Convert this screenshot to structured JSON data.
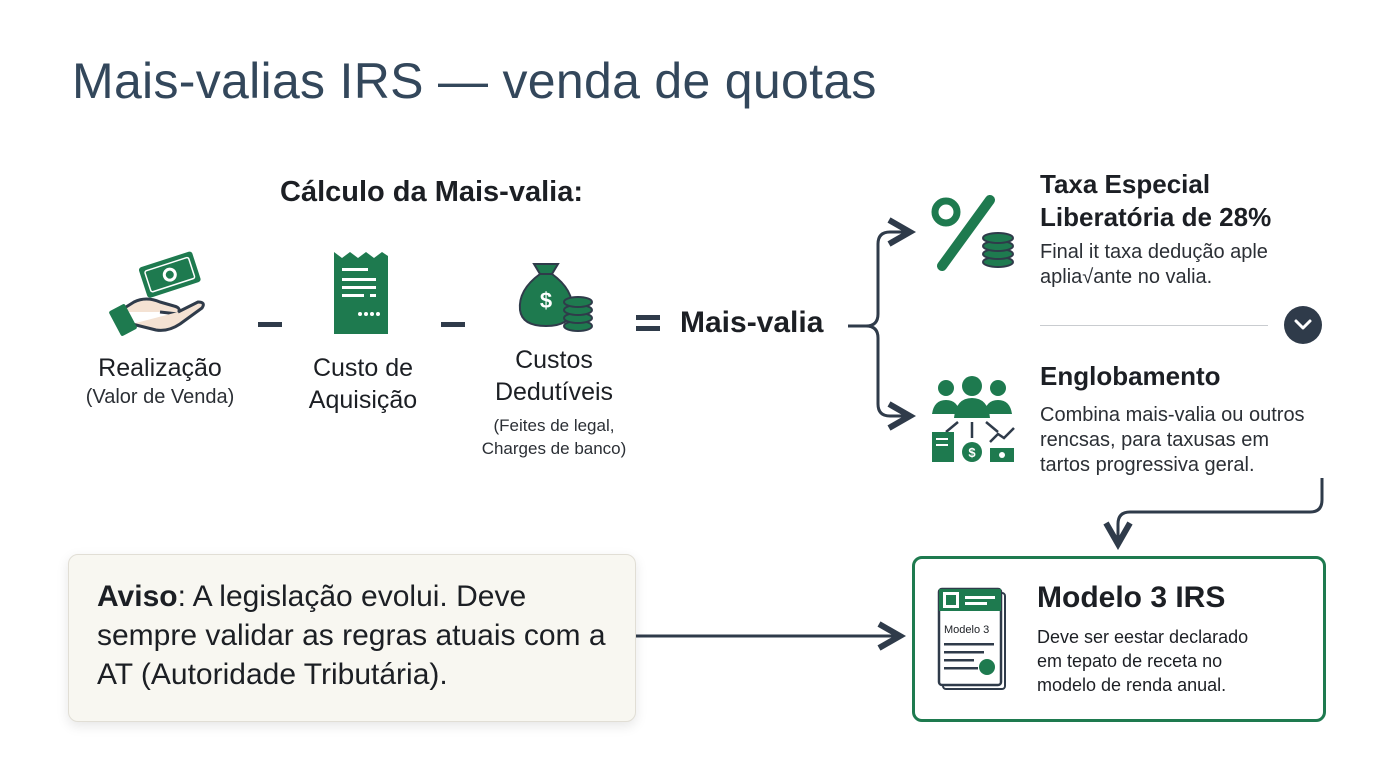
{
  "title": "Mais-valias IRS — venda de quotas",
  "calculation": {
    "heading": "Cálculo da Mais-valia:",
    "terms": [
      {
        "label": "Realização",
        "sublabel": "(Valor de Venda)",
        "icon": "hand-money-icon"
      },
      {
        "label_line1": "Custo de",
        "label_line2": "Aquisição",
        "icon": "receipt-icon"
      },
      {
        "label_line1": "Custos",
        "label_line2": "Dedutíveis",
        "sublabel_line1": "(Feites de legal,",
        "sublabel_line2": "Charges de banco)",
        "icon": "money-bag-icon"
      }
    ],
    "operators": [
      "–",
      "–",
      "="
    ],
    "result": "Mais-valia"
  },
  "options": [
    {
      "title_line1": "Taxa Especial",
      "title_line2": "Liberatória de 28%",
      "desc_line1": "Final it taxa dedução aple",
      "desc_line2": "aplia√ante no valia.",
      "icon": "percent-coins-icon"
    },
    {
      "title": "Englobamento",
      "desc_line1": "Combina mais-valia ou outros",
      "desc_line2": "rencsas, para taxusas em",
      "desc_line3": "tartos progressiva geral.",
      "icon": "people-income-icon"
    }
  ],
  "warning": {
    "label": "Aviso",
    "text": ": A legislação evolui. Deve sempre validar as regras atuais com a AT (Autoridade Tributária)."
  },
  "model": {
    "title": "Modelo 3 IRS",
    "doc_label": "Modelo 3",
    "desc_line1": "Deve ser eestar declarado",
    "desc_line2": "em tepato de receta no",
    "desc_line3": "modelo de renda anual.",
    "icon": "form-document-icon"
  },
  "colors": {
    "accent_green": "#1e7a4f",
    "dark_slate": "#2f3b4a",
    "title_slate": "#33475b",
    "warning_bg": "#f8f7f1"
  }
}
